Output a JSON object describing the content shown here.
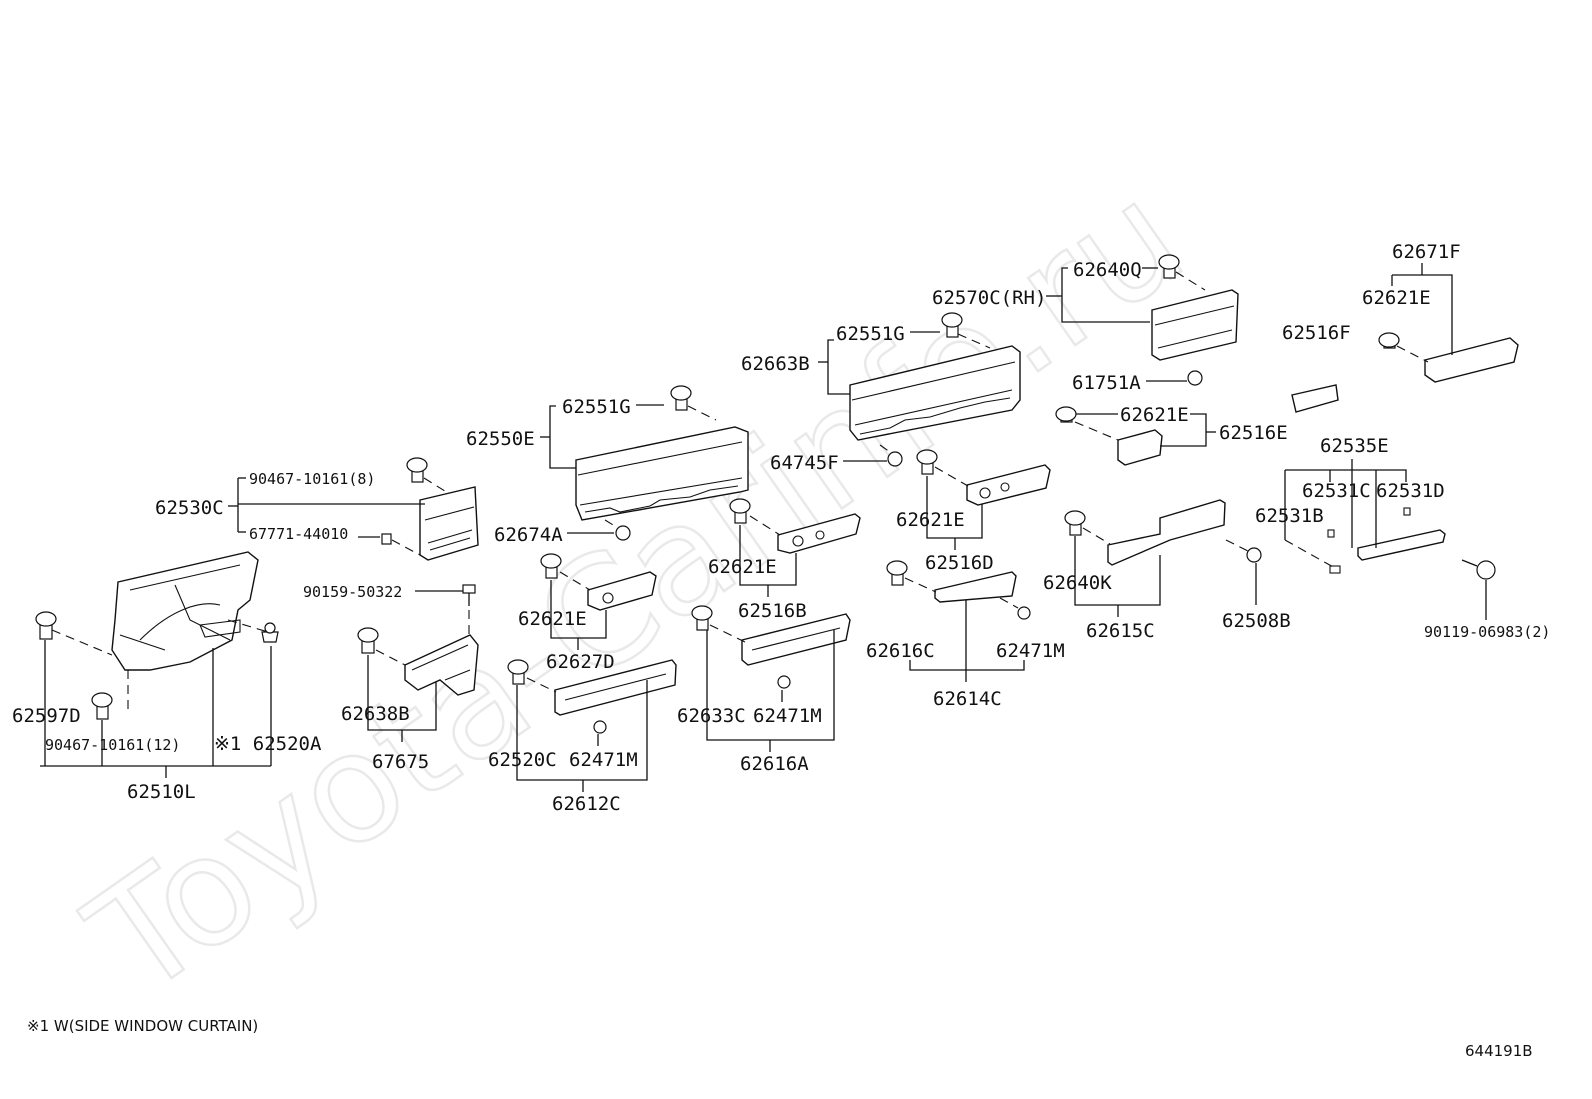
{
  "watermark": "Toyota-Carinfo.ru",
  "footnote": "※1 W(SIDE WINDOW CURTAIN)",
  "diagram_code": "644191B",
  "labels": {
    "p62510L": "62510L",
    "p62597D": "62597D",
    "p90467_12": "90467-10161(12)",
    "p62520A": "※1 62520A",
    "p62530C": "62530C",
    "p90467_8": "90467-10161(8)",
    "p67771": "67771-44010",
    "p90159": "90159-50322",
    "p62638B": "62638B",
    "p67675": "67675",
    "p62550E": "62550E",
    "p62551G_a": "62551G",
    "p62674A": "62674A",
    "p62621E_a": "62621E",
    "p62627D": "62627D",
    "p62520C": "62520C",
    "p62471M_a": "62471M",
    "p62612C": "62612C",
    "p62621E_b": "62621E",
    "p62516B": "62516B",
    "p62633C": "62633C",
    "p62471M_b": "62471M",
    "p62616A": "62616A",
    "p62663B": "62663B",
    "p62551G_b": "62551G",
    "p64745F": "64745F",
    "p62621E_c": "62621E",
    "p62516D": "62516D",
    "p62616C": "62616C",
    "p62471M_c": "62471M",
    "p62614C": "62614C",
    "p62570C": "62570C(RH)",
    "p62640Q": "62640Q",
    "p61751A": "61751A",
    "p62621E_d": "62621E",
    "p62516E": "62516E",
    "p62640K": "62640K",
    "p62615C": "62615C",
    "p62508B": "62508B",
    "p62516F": "62516F",
    "p62671F": "62671F",
    "p62621E_e": "62621E",
    "p62535E": "62535E",
    "p62531C": "62531C",
    "p62531D": "62531D",
    "p62531B": "62531B",
    "p90119": "90119-06983(2)"
  }
}
